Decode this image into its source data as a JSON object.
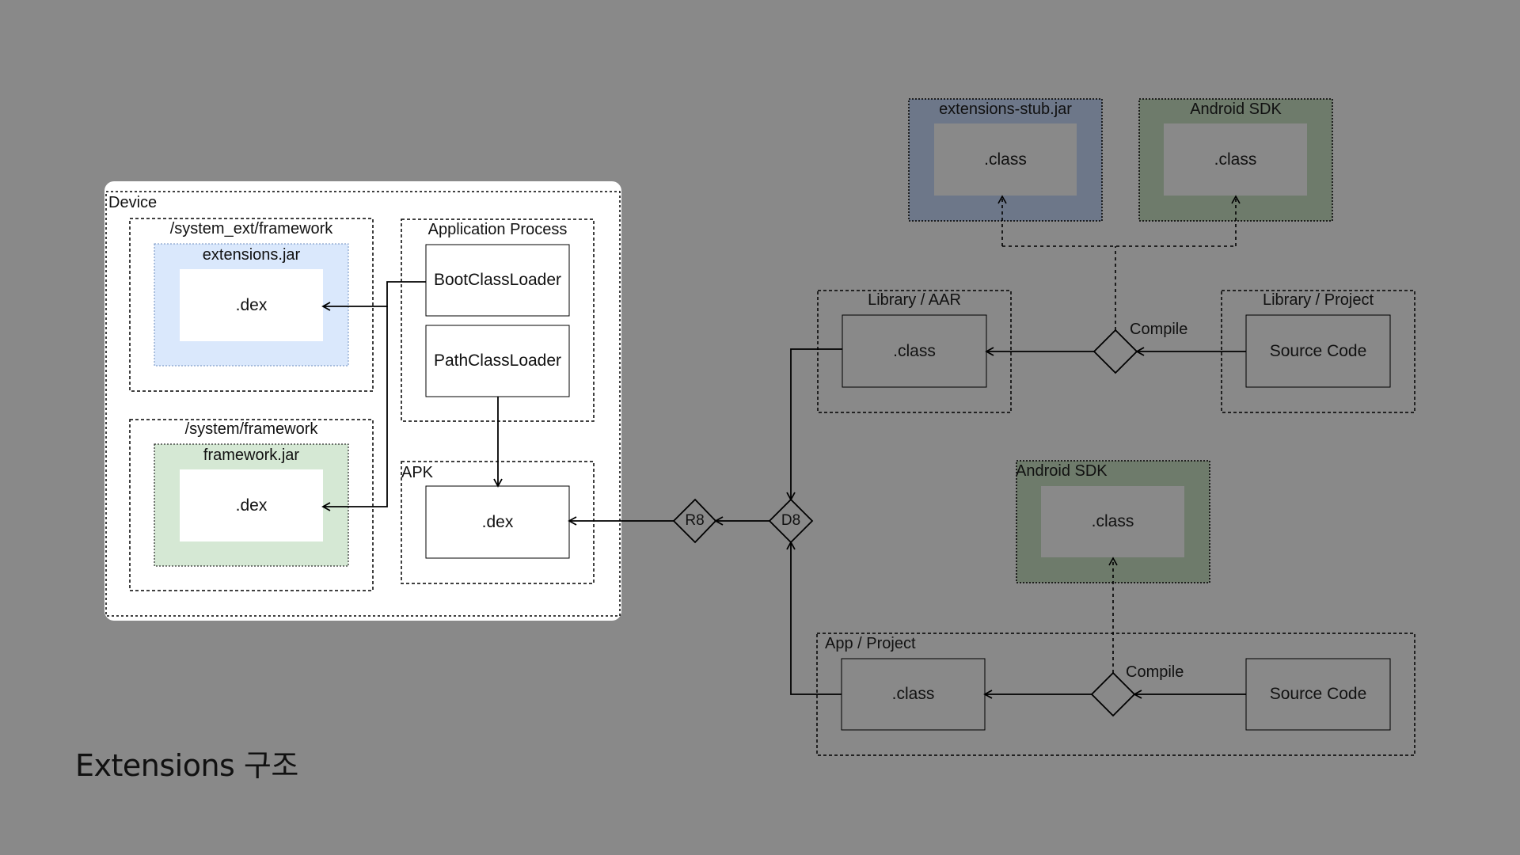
{
  "title": "Extensions 구조",
  "device": {
    "label": "Device",
    "system_ext_framework": {
      "label": "/system_ext/framework",
      "jar_label": "extensions.jar",
      "file_label": ".dex"
    },
    "system_framework": {
      "label": "/system/framework",
      "jar_label": "framework.jar",
      "file_label": ".dex"
    },
    "application_process": {
      "label": "Application Process",
      "boot_loader": "BootClassLoader",
      "path_loader": "PathClassLoader"
    },
    "apk": {
      "label": "APK",
      "file_label": ".dex"
    }
  },
  "build": {
    "r8": "R8",
    "d8": "D8",
    "extensions_stub": {
      "label": "extensions-stub.jar",
      "file_label": ".class"
    },
    "android_sdk_top": {
      "label": "Android SDK",
      "file_label": ".class"
    },
    "library_aar": {
      "label": "Library / AAR",
      "file_label": ".class"
    },
    "compile_top": "Compile",
    "library_project": {
      "label": "Library / Project",
      "file_label": "Source Code"
    },
    "android_sdk_bottom": {
      "label": "Android SDK",
      "file_label": ".class"
    },
    "app_project": {
      "label": "App / Project",
      "file_label": ".class",
      "source_label": "Source Code"
    },
    "compile_bottom": "Compile"
  },
  "colors": {
    "background": "#898989",
    "extensions_jar_fill": "#dae8fc",
    "framework_jar_fill": "#d5e8d4",
    "stub_fill": "#6d7789",
    "sdk_fill": "#6e7b6b",
    "inner_grey_fill": "#898989"
  }
}
